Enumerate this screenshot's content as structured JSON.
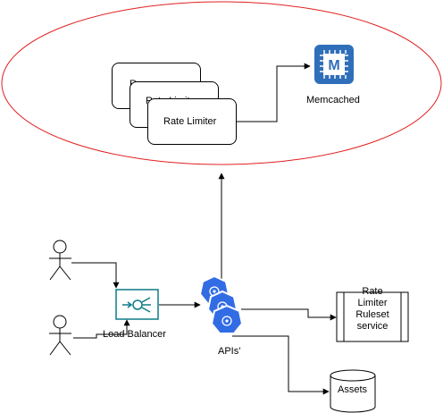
{
  "diagram": {
    "rate_limiter_label": "Rate Limiter",
    "rate_limiter_back_label": "Rate Limit",
    "rate_limiter_peek_label": "R",
    "memcached": {
      "label": "Memcached",
      "icon_letter": "M"
    },
    "load_balancer_label": "Load Balancer",
    "apis_label": "APIs'",
    "ruleset_label_lines": [
      "Rate",
      "Limiter",
      "Ruleset",
      "service"
    ],
    "assets_label": "Assets"
  },
  "colors": {
    "ellipse_stroke": "#e02020",
    "memcached_fill": "#2f6fba",
    "kubernetes_blue": "#326ce5",
    "load_balancer_stroke": "#0e7c86"
  }
}
